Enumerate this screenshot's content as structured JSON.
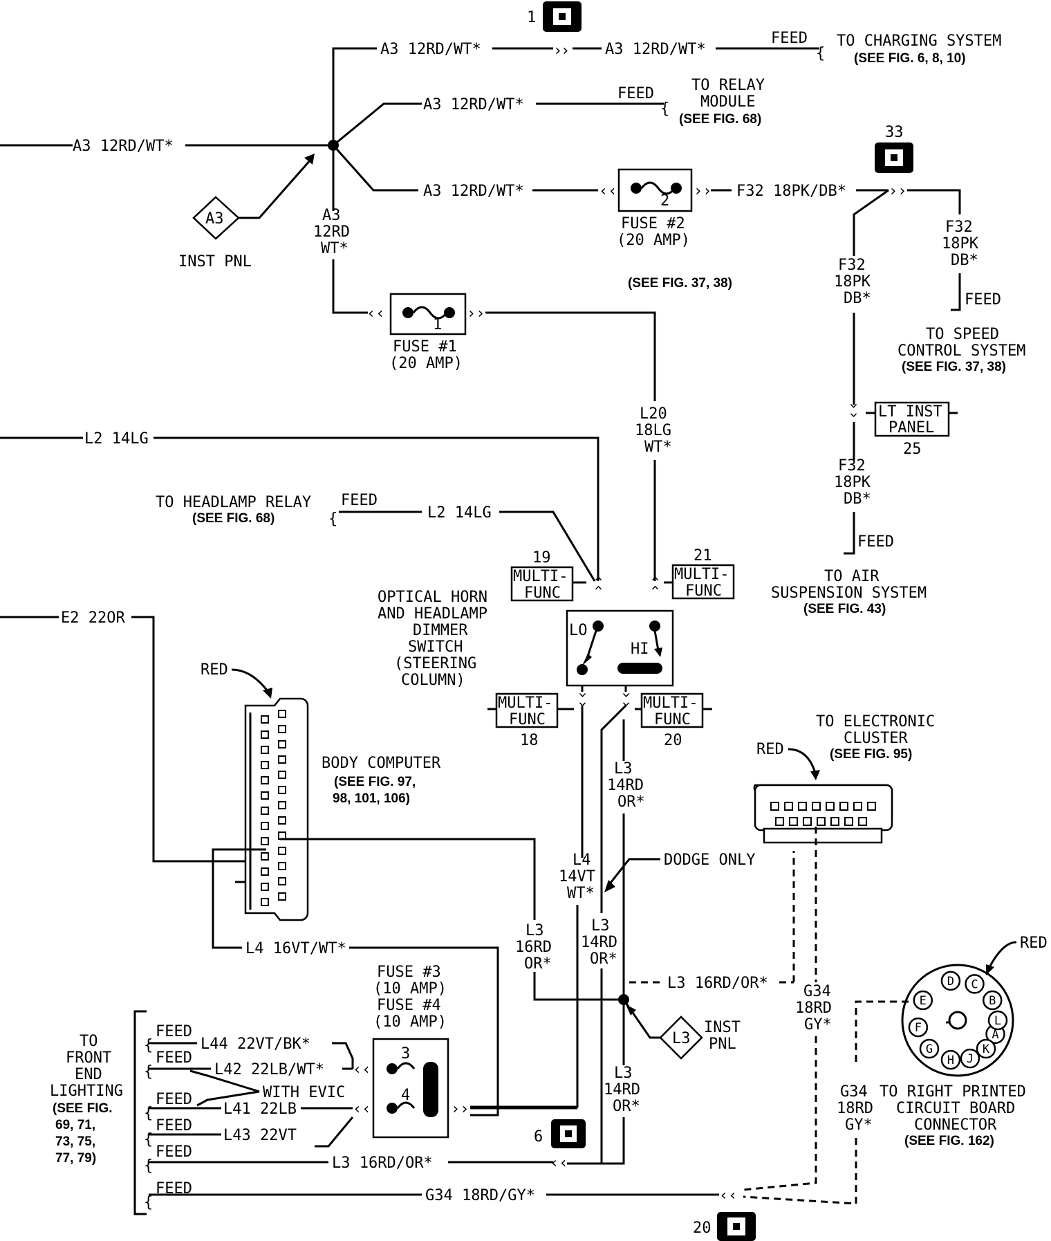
{
  "wires": {
    "a3_main_left": "A3 12RD/WT*",
    "a3_top_1": "A3 12RD/WT*",
    "a3_top_2": "A3 12RD/WT*",
    "a3_relay": "A3 12RD/WT*",
    "a3_fuse2": "A3 12RD/WT*",
    "a3_vert": [
      "A3",
      "12RD",
      "WT*"
    ],
    "f32_right": "F32 18PK/DB*",
    "f32_speed": [
      "F32",
      "18PK",
      "DB*"
    ],
    "f32_mid": [
      "F32",
      "18PK",
      "DB*"
    ],
    "f32_air": [
      "F32",
      "18PK",
      "DB*"
    ],
    "l20": [
      "L20",
      "18LG",
      "WT*"
    ],
    "l2_left": "L2 14LG",
    "l2_relay": "L2 14LG",
    "e2": "E2 22OR",
    "l3_right": [
      "L3",
      "14RD",
      "OR*"
    ],
    "l4": [
      "L4",
      "14VT",
      "WT*"
    ],
    "l3_mid": [
      "L3",
      "14RD",
      "OR*"
    ],
    "l3_left": [
      "L3",
      "16RD",
      "OR*"
    ],
    "l3_splice": "L3 16RD/OR*",
    "l3_low": [
      "L3",
      "14RD",
      "OR*"
    ],
    "l4_body": "L4 16VT/WT*",
    "l44": "L44 22VT/BK*",
    "l42": "L42 22LB/WT*",
    "l41": "L41 22LB",
    "l43": "L43 22VT",
    "l3_bottom": "L3 16RD/OR*",
    "g34_bottom": "G34 18RD/GY*",
    "g34_upper": [
      "G34",
      "18RD",
      "GY*"
    ],
    "g34_lower": [
      "G34",
      "18RD",
      "GY*"
    ]
  },
  "feeds": {
    "charging": "FEED",
    "relay": "FEED",
    "speed": "FEED",
    "air": "FEED",
    "headlamp": "FEED",
    "front": [
      "FEED",
      "FEED",
      "FEED",
      "FEED",
      "FEED",
      "FEED"
    ]
  },
  "destinations": {
    "charging": {
      "title": "TO CHARGING SYSTEM",
      "ref": "(SEE FIG. 6, 8, 10)"
    },
    "relay": {
      "title": [
        "TO RELAY",
        "MODULE"
      ],
      "ref": "(SEE FIG. 68)"
    },
    "speed": {
      "title": [
        "TO SPEED",
        "CONTROL SYSTEM"
      ],
      "ref": "(SEE FIG. 37, 38)"
    },
    "air": {
      "title": [
        "TO AIR",
        "SUSPENSION SYSTEM"
      ],
      "ref": "(SEE FIG. 43)"
    },
    "headlamp": {
      "title": "TO HEADLAMP RELAY",
      "ref": "(SEE FIG. 68)"
    },
    "cluster": {
      "title": [
        "TO ELECTRONIC",
        "CLUSTER"
      ],
      "ref": "(SEE FIG. 95)"
    },
    "circuit_board": {
      "title": [
        "TO RIGHT PRINTED",
        "CIRCUIT BOARD",
        "CONNECTOR"
      ],
      "ref": "(SEE FIG. 162)"
    },
    "front_lighting": {
      "title": [
        "TO",
        "FRONT",
        "END",
        "LIGHTING"
      ],
      "ref": [
        "(SEE FIG.",
        "69, 71,",
        "73, 75,",
        "77, 79)"
      ]
    },
    "fig37_38": "(SEE FIG. 37, 38)"
  },
  "components": {
    "fuse1": {
      "num": "1",
      "label": [
        "FUSE #1",
        "(20 AMP)"
      ]
    },
    "fuse2": {
      "num": "2",
      "label": [
        "FUSE #2",
        "(20 AMP)"
      ]
    },
    "fuse34": {
      "label": [
        "FUSE #3",
        "(10 AMP)",
        "FUSE #4",
        "(10 AMP)"
      ],
      "num3": "3",
      "num4": "4"
    },
    "switch": {
      "label": [
        "OPTICAL HORN",
        "AND HEADLAMP",
        "DIMMER",
        "SWITCH",
        "(STEERING",
        "COLUMN)"
      ],
      "lo": "LO",
      "hi": "HI"
    },
    "body_computer": {
      "label": "BODY COMPUTER",
      "ref": [
        "(SEE FIG. 97,",
        "98, 101, 106)"
      ]
    },
    "lt_inst_panel": {
      "label": [
        "LT INST",
        "PANEL"
      ],
      "num": "25"
    },
    "multifunc": [
      {
        "label": [
          "MULTI-",
          "FUNC"
        ],
        "num": "19"
      },
      {
        "label": [
          "MULTI-",
          "FUNC"
        ],
        "num": "21"
      },
      {
        "label": [
          "MULTI-",
          "FUNC"
        ],
        "num": "18"
      },
      {
        "label": [
          "MULTI-",
          "FUNC"
        ],
        "num": "20"
      }
    ],
    "a3_tag": "A3",
    "l3_tag": "L3",
    "inst_pnl_a3": "INST PNL",
    "inst_pnl_l3": [
      "INST",
      "PNL"
    ],
    "dodge_only": "DODGE ONLY",
    "with_evic": "WITH EVIC",
    "red_labels": [
      "RED",
      "RED",
      "RED"
    ],
    "grounds": [
      "1",
      "33",
      "6",
      "20"
    ],
    "round_pins": [
      "A",
      "B",
      "C",
      "D",
      "E",
      "F",
      "G",
      "H",
      "J",
      "K",
      "L"
    ]
  }
}
